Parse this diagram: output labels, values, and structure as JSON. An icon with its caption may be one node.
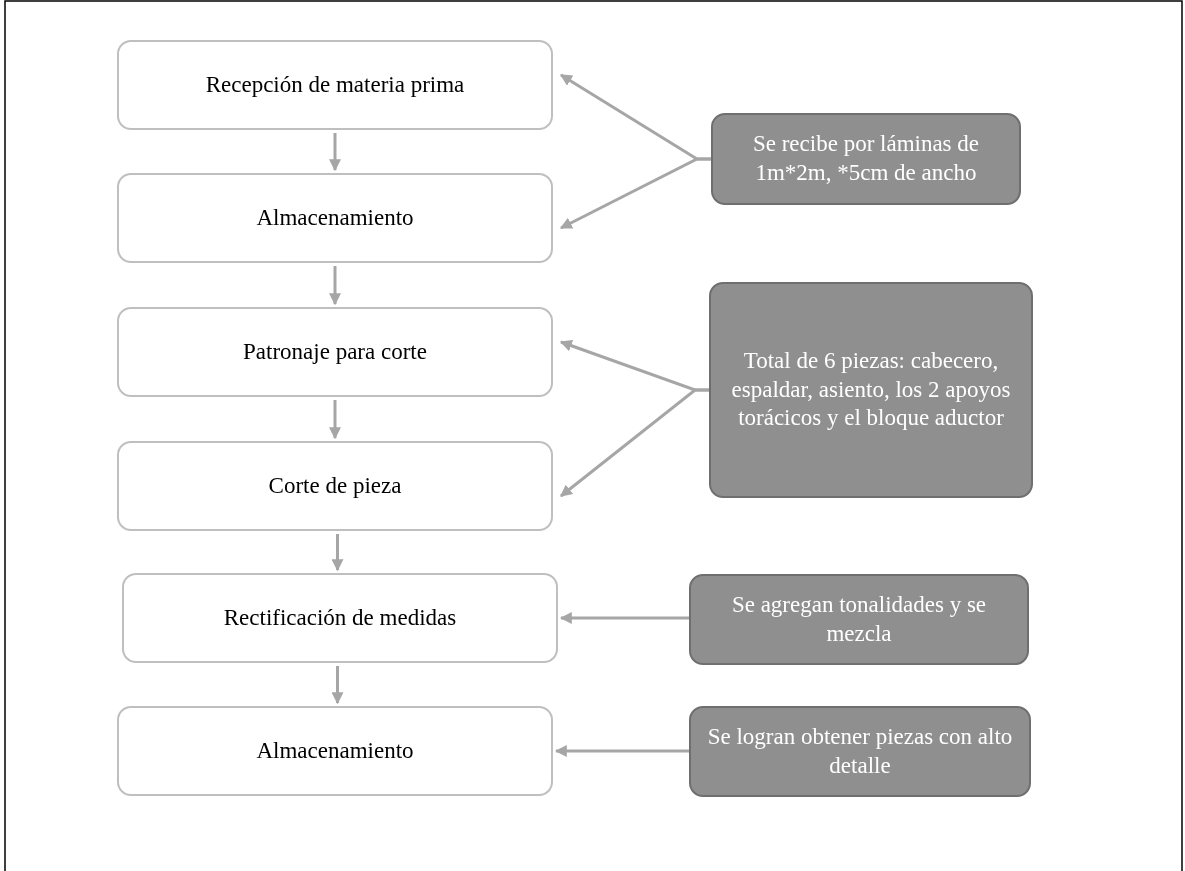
{
  "diagram": {
    "nodes": [
      {
        "text": [
          "Recepción de materia prima"
        ]
      },
      {
        "text": [
          "Almacenamiento"
        ]
      },
      {
        "text": [
          "Patronaje para corte"
        ]
      },
      {
        "text": [
          "Corte de pieza"
        ]
      },
      {
        "text": [
          "Rectificación de medidas"
        ]
      },
      {
        "text": [
          "Almacenamiento"
        ]
      },
      {
        "text": [
          "Se recibe por láminas de 1m*2m, *5cm de ancho"
        ]
      },
      {
        "text": [
          "Total de 6 piezas: cabecero, espaldar, asiento, los 2 apoyos torácicos y el bloque aductor"
        ]
      },
      {
        "text": [
          "Se agregan tonalidades y se mezcla"
        ]
      },
      {
        "text": [
          "Se logran obtener piezas con alto detalle"
        ]
      }
    ],
    "edges": [
      {
        "from": 0,
        "to": 1,
        "arrow": "to"
      },
      {
        "from": 1,
        "to": 2,
        "arrow": "to"
      },
      {
        "from": 2,
        "to": 3,
        "arrow": "to"
      },
      {
        "from": 3,
        "to": 4,
        "arrow": "to"
      },
      {
        "from": 4,
        "to": 5,
        "arrow": "to"
      },
      {
        "from": 6,
        "to": 0,
        "arrow": "to"
      },
      {
        "from": 6,
        "to": 1,
        "arrow": "to"
      },
      {
        "from": 7,
        "to": 2,
        "arrow": "to"
      },
      {
        "from": 7,
        "to": 3,
        "arrow": "to"
      },
      {
        "from": 8,
        "to": 4,
        "arrow": "to"
      },
      {
        "from": 9,
        "to": 5,
        "arrow": "to"
      }
    ]
  }
}
